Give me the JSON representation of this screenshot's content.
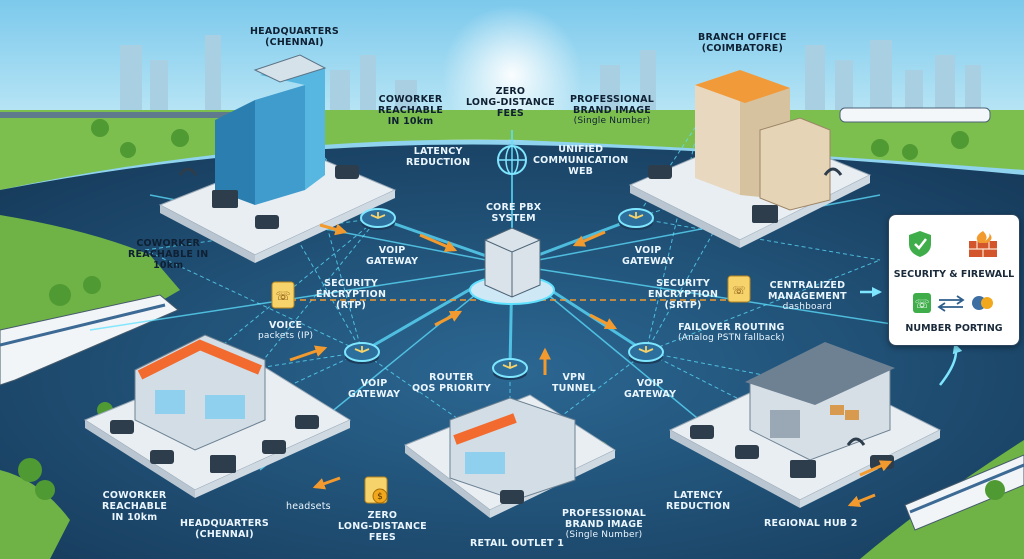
{
  "labels": {
    "hq_top": "HEADQUARTERS\n(CHENNAI)",
    "branch": "BRANCH OFFICE\n(COIMBATORE)",
    "coworker_top": "COWORKER\nREACHABLE\nIN 10km",
    "zero_fees_top": "ZERO\nLONG-DISTANCE\nFEES",
    "brand_top_title": "PROFESSIONAL\nBRAND IMAGE",
    "brand_top_sub": "(Single Number)",
    "latency_top": "LATENCY\nREDUCTION",
    "unified": "UNIFIED\nCOMMUNICATION\nWEB",
    "core_pbx": "CORE PBX\nSYSTEM",
    "voip_gw": "VOIP\nGATEWAY",
    "coworker_left": "COWORKER\nREACHABLE IN\n10km",
    "sec_left": "SECURITY\nENCRYPTION\n(RTP)",
    "sec_right": "SECURITY\nENCRYPTION\n(SRTP)",
    "voice_title": "VOICE",
    "voice_sub": "packets (IP)",
    "centralized_title": "CENTRALIZED\nMANAGEMENT",
    "centralized_sub": "dashboard",
    "failover_title": "FAILOVER ROUTING",
    "failover_sub": "(Analog PSTN fallback)",
    "router_qos": "ROUTER\nQOS PRIORITY",
    "vpn": "VPN\nTUNNEL",
    "coworker_bottom": "COWORKER\nREACHABLE\nIN 10km",
    "hq_bottom": "HEADQUARTERS\n(CHENNAI)",
    "headsets": "headsets",
    "zero_fees_bottom": "ZERO\nLONG-DISTANCE\nFEES",
    "retail": "RETAIL OUTLET 1",
    "brand_bottom_title": "PROFESSIONAL\nBRAND IMAGE",
    "brand_bottom_sub": "(Single Number)",
    "latency_bottom": "LATENCY\nREDUCTION",
    "regional": "REGIONAL HUB 2"
  },
  "panel": {
    "security": "SECURITY & FIREWALL",
    "porting": "NUMBER PORTING"
  },
  "colors": {
    "water": "#1d4a6e",
    "sky": "#8fd3ef",
    "grass": "#7cbf4f",
    "platform": "#e9eef3",
    "network_line": "#5ee0ff",
    "flow_arrow": "#f29a2e",
    "awning": "#f26a2e"
  }
}
